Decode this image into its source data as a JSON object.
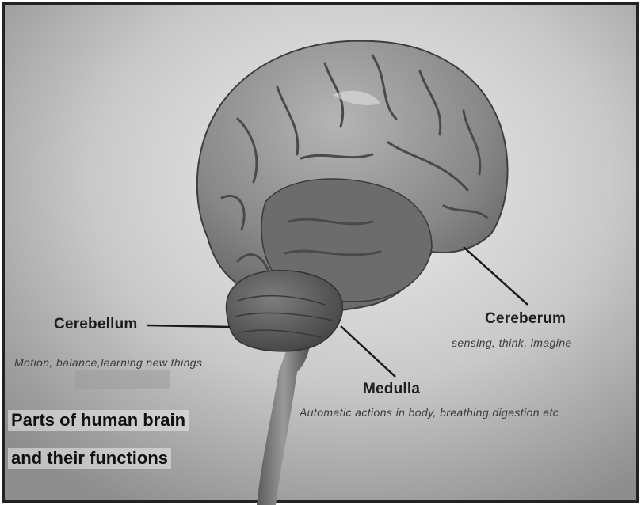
{
  "labels": {
    "cerebellum": {
      "name": "Cerebellum",
      "function": "Motion, balance,learning new things"
    },
    "cereberum": {
      "name": "Cereberum",
      "function": "sensing, think, imagine"
    },
    "medulla": {
      "name": "Medulla",
      "function": "Automatic actions in body, breathing,digestion etc"
    }
  },
  "caption": {
    "line1": "Parts of human brain",
    "line2": "and their functions"
  }
}
